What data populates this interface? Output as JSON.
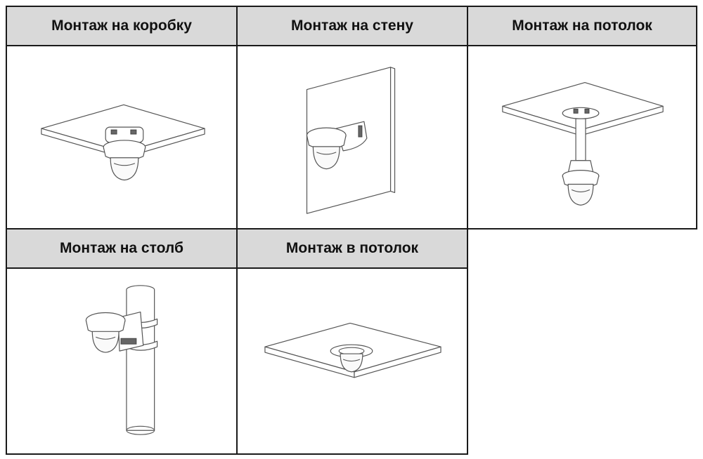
{
  "mounts": [
    {
      "label": "Монтаж на коробку"
    },
    {
      "label": "Монтаж на стену"
    },
    {
      "label": "Монтаж на потолок"
    },
    {
      "label": "Монтаж на столб"
    },
    {
      "label": "Монтаж в потолок"
    }
  ],
  "icons": [
    "junction-box-mount-illustration",
    "wall-mount-illustration",
    "pendant-mount-illustration",
    "pole-mount-illustration",
    "in-ceiling-mount-illustration"
  ]
}
